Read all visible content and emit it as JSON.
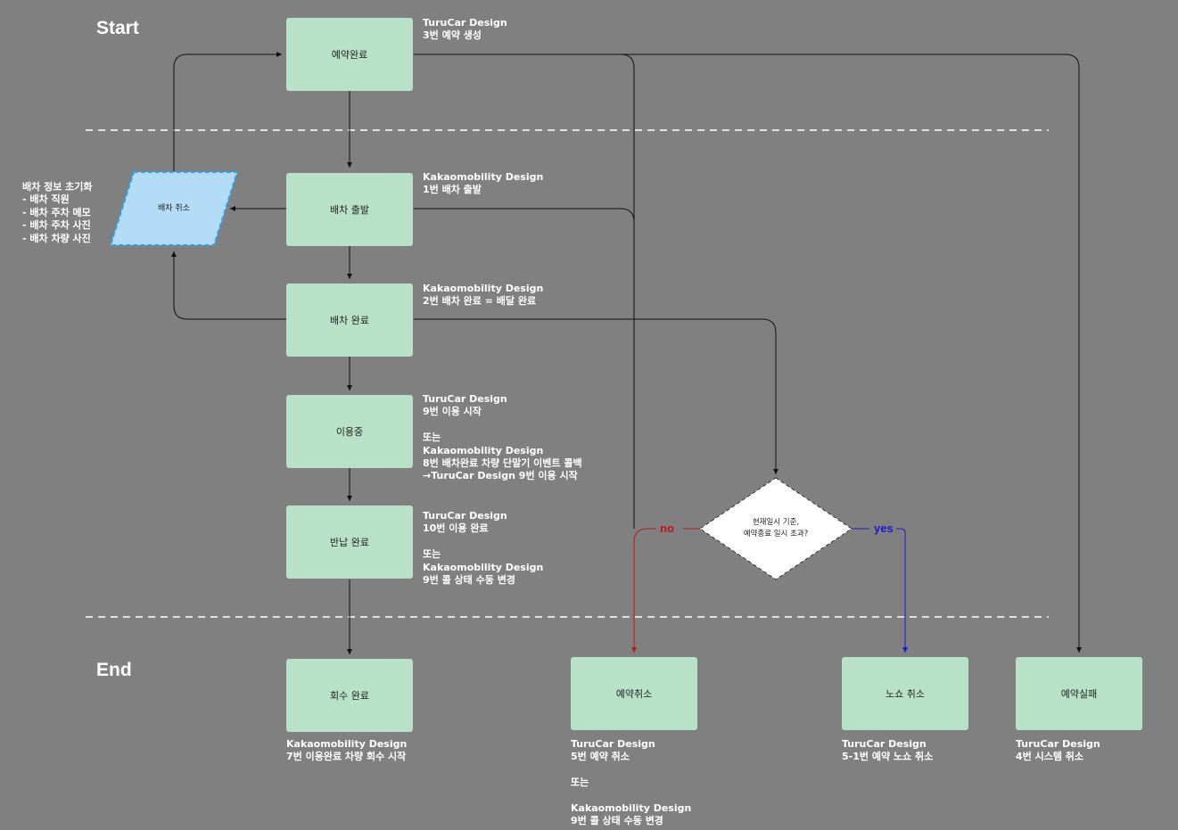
{
  "labels": {
    "start": "Start",
    "end": "End"
  },
  "nodes": {
    "reserved": "예약완료",
    "dispatch_depart": "배차 출발",
    "dispatch_done": "배차 완료",
    "in_use": "이용중",
    "returned": "반납 완료",
    "collected": "회수 완료",
    "reservation_cancel": "예약취소",
    "noshow_cancel": "노쇼 취소",
    "reservation_fail": "예약실패"
  },
  "parallelogram": {
    "label": "배차 취소"
  },
  "decision": {
    "line1": "현재일시 기준,",
    "line2": "예약종료 일시 초과?",
    "no": "no",
    "yes": "yes"
  },
  "notes": {
    "reserved": [
      "TuruCar Design",
      "3번 예약 생성"
    ],
    "dispatch_depart": [
      "Kakaomobility Design",
      "1번 배차 출발"
    ],
    "dispatch_done": [
      "Kakaomobility Design",
      "2번 배차 완료 = 배달 완료"
    ],
    "in_use": [
      "TuruCar Design",
      "9번 이용 시작",
      "",
      "또는",
      "Kakaomobility Design",
      "8번 배차완료 차량 단말기 이벤트 콜백",
      "→TuruCar Design 9번 이용 시작"
    ],
    "returned": [
      "TuruCar Design",
      "10번 이용 완료",
      "",
      "또는",
      "Kakaomobility Design",
      "9번 콜 상태 수동 변경"
    ],
    "collected": [
      "Kakaomobility Design",
      "7번 이용완료 차량 회수 시작"
    ],
    "reservation_cancel": [
      "TuruCar Design",
      "5번 예약 취소",
      "",
      "또는",
      "",
      "Kakaomobility Design",
      "9번 콜 상태 수동 변경"
    ],
    "noshow_cancel": [
      "TuruCar Design",
      "5-1번 예약 노쇼 취소"
    ],
    "reservation_fail": [
      "TuruCar Design",
      "4번 시스템 취소"
    ],
    "reset": [
      "배차 정보 초기화",
      "- 배차 직원",
      "- 배차 주차 메모",
      "- 배차 주차 사진",
      "- 배차 차량 사진"
    ]
  },
  "colors": {
    "background": "#808080",
    "node_fill": "#b8e2c8",
    "parallelogram_fill": "#b3dcf7",
    "parallelogram_border": "#29a3ef",
    "no_branch": "#c0141c",
    "yes_branch": "#1a1ad0"
  }
}
